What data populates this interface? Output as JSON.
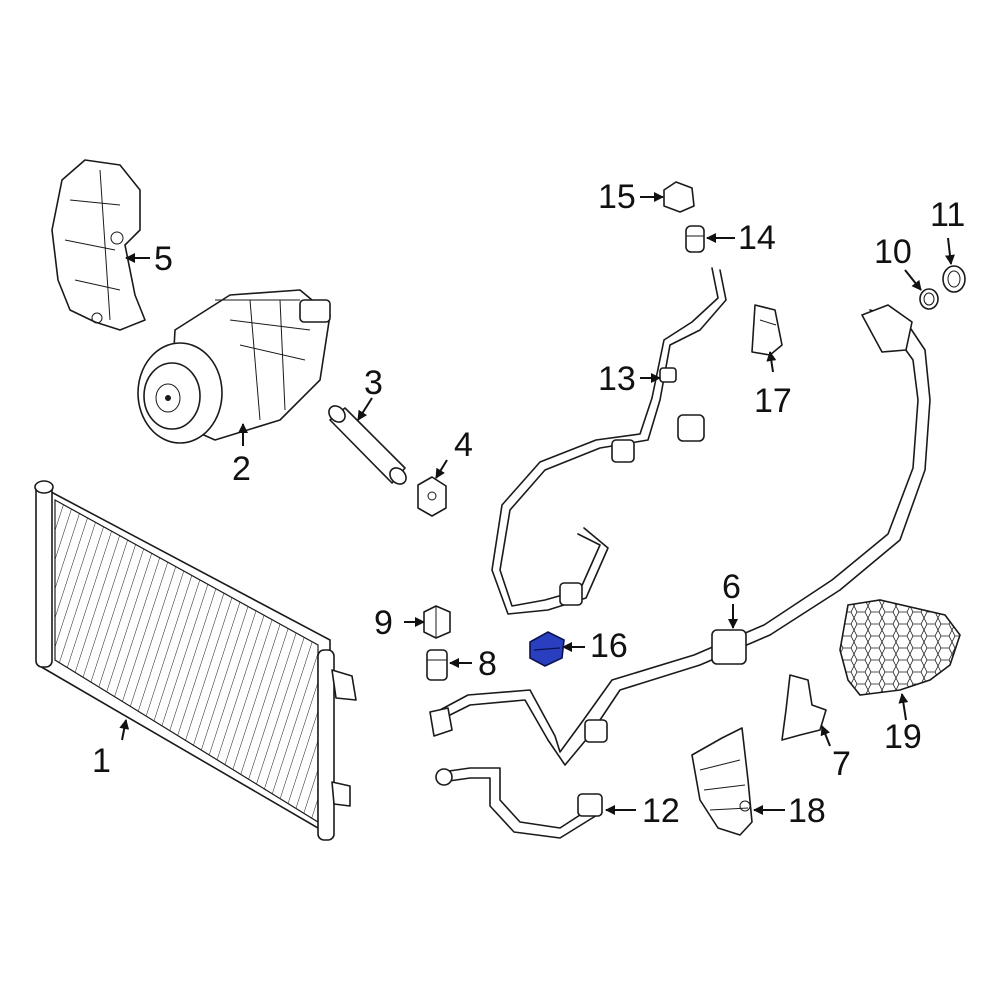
{
  "highlight_color": "#2a3fbf",
  "callouts": [
    {
      "id": "1",
      "text": "1"
    },
    {
      "id": "2",
      "text": "2"
    },
    {
      "id": "3",
      "text": "3"
    },
    {
      "id": "4",
      "text": "4"
    },
    {
      "id": "5",
      "text": "5"
    },
    {
      "id": "6",
      "text": "6"
    },
    {
      "id": "7",
      "text": "7"
    },
    {
      "id": "8",
      "text": "8"
    },
    {
      "id": "9",
      "text": "9"
    },
    {
      "id": "10",
      "text": "10"
    },
    {
      "id": "11",
      "text": "11"
    },
    {
      "id": "12",
      "text": "12"
    },
    {
      "id": "13",
      "text": "13"
    },
    {
      "id": "14",
      "text": "14"
    },
    {
      "id": "15",
      "text": "15"
    },
    {
      "id": "16",
      "text": "16"
    },
    {
      "id": "17",
      "text": "17"
    },
    {
      "id": "18",
      "text": "18"
    },
    {
      "id": "19",
      "text": "19"
    }
  ]
}
